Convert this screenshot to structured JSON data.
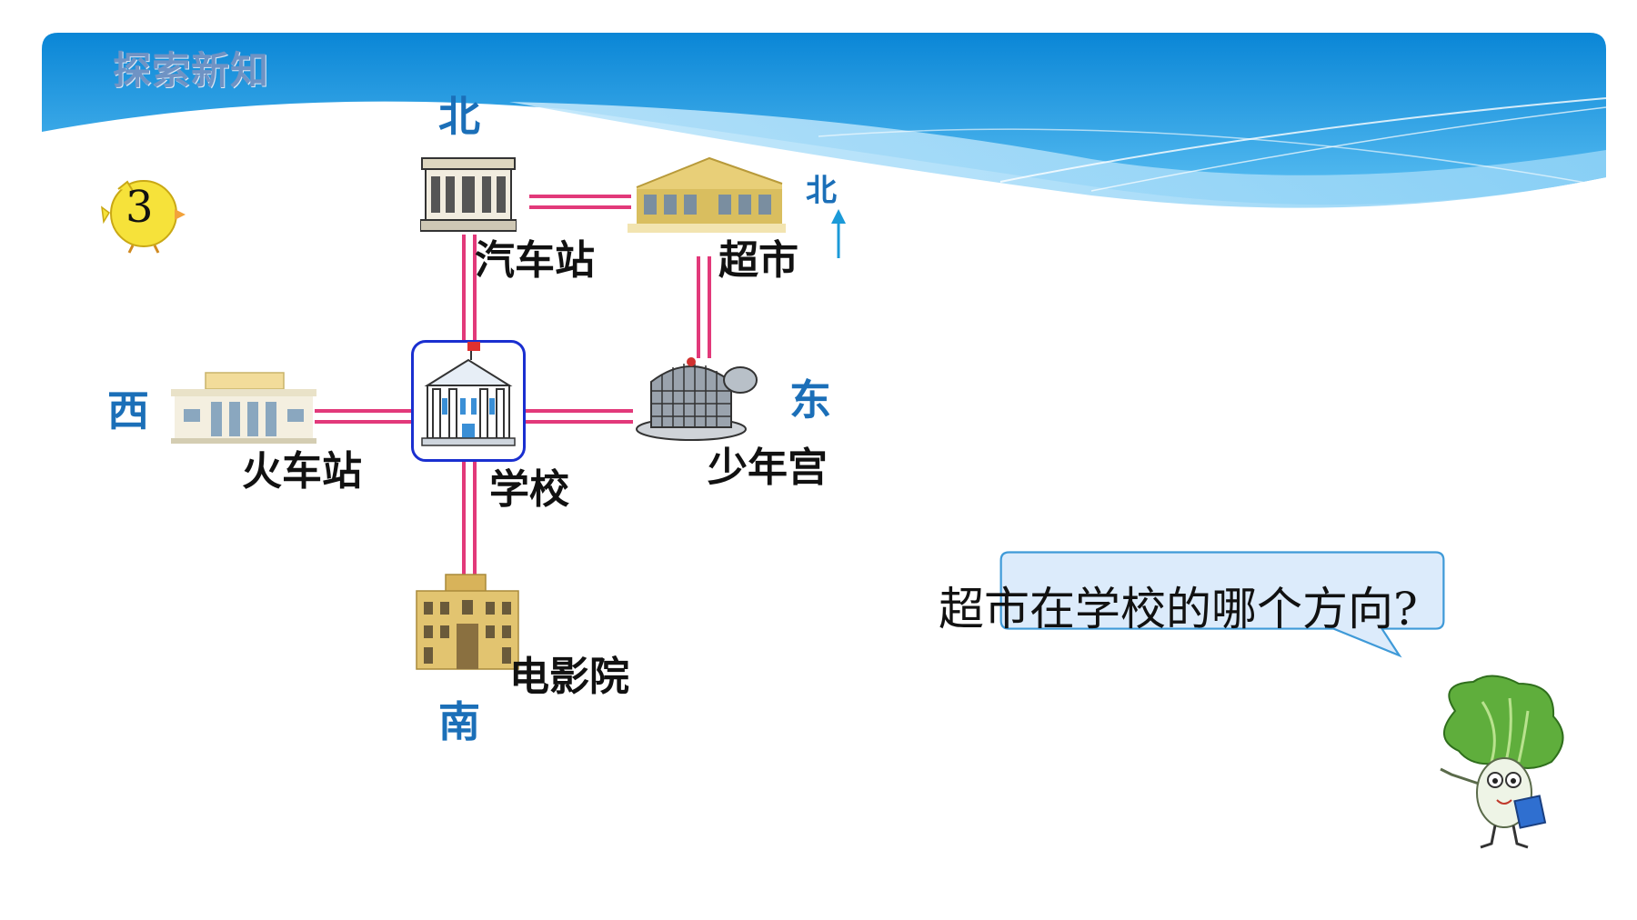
{
  "header": {
    "title": "探索新知"
  },
  "badge": {
    "number": "3"
  },
  "compass": {
    "north": "北",
    "south": "南",
    "east": "东",
    "west": "西",
    "small_north": "北"
  },
  "places": {
    "bus_station": "汽车站",
    "supermarket": "超市",
    "train_station": "火车站",
    "school": "学校",
    "youth_palace": "少年宫",
    "cinema": "电影院"
  },
  "question": {
    "text": "超市在学校的哪个方向?"
  },
  "colors": {
    "road": "#e2397a",
    "direction_text": "#1b6fb8",
    "school_frame": "#1a2fd0",
    "bubble_fill": "#dcebfb",
    "bubble_border": "#3f9ad8"
  }
}
